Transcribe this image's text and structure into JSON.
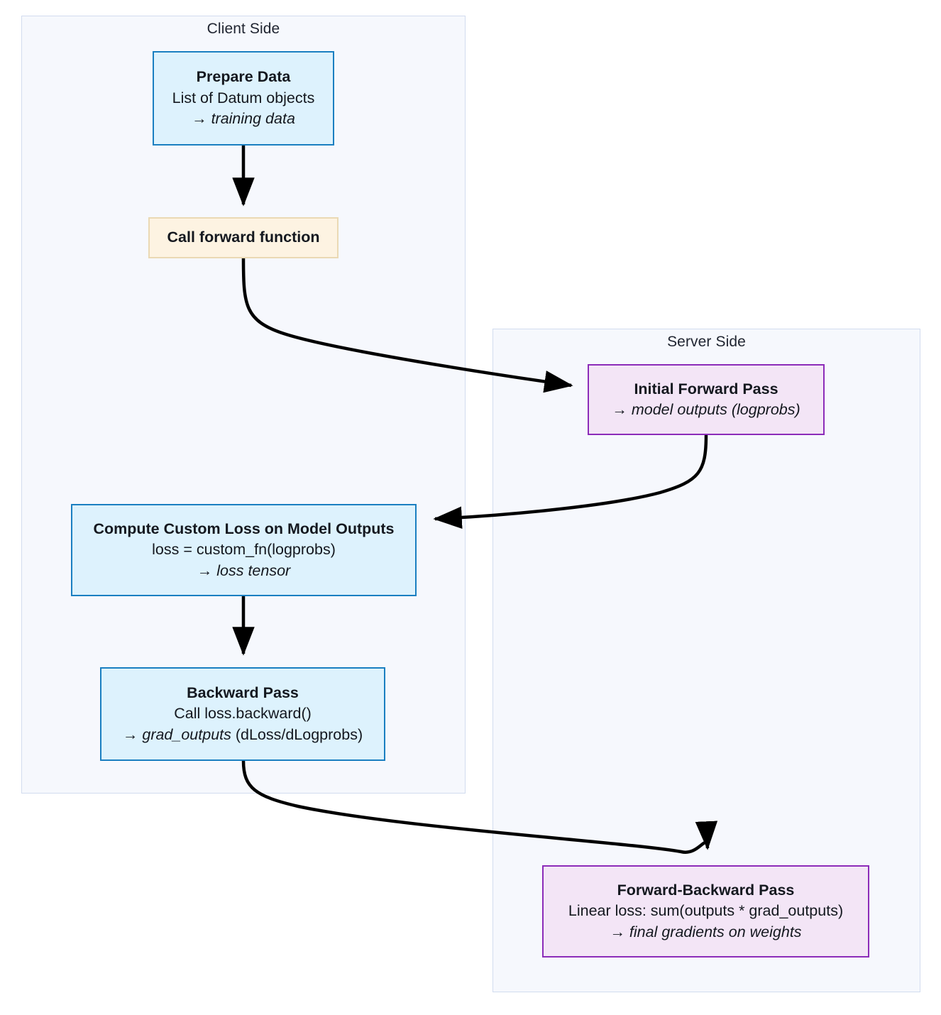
{
  "diagram": {
    "type": "flowchart",
    "title": "",
    "subgraphs": [
      {
        "id": "client",
        "label": "Client Side"
      },
      {
        "id": "server",
        "label": "Server Side"
      }
    ],
    "nodes": [
      {
        "id": "prepare-data",
        "group": "client",
        "style": "blue",
        "title": "Prepare Data",
        "line2": "List of Datum objects",
        "line3_arrow": "→ ",
        "line3_italic": "training data",
        "line3_rest": ""
      },
      {
        "id": "call-forward-function",
        "group": "client",
        "style": "cream",
        "title": "Call forward function",
        "line2": "",
        "line3_arrow": "",
        "line3_italic": "",
        "line3_rest": ""
      },
      {
        "id": "initial-forward-pass",
        "group": "server",
        "style": "purple",
        "title": "Initial Forward Pass",
        "line2": "",
        "line3_arrow": "→ ",
        "line3_italic": "model outputs (logprobs)",
        "line3_rest": ""
      },
      {
        "id": "compute-custom-loss",
        "group": "client",
        "style": "blue",
        "title": "Compute Custom Loss on Model Outputs",
        "line2": "loss = custom_fn(logprobs)",
        "line3_arrow": "→ ",
        "line3_italic": "loss tensor",
        "line3_rest": ""
      },
      {
        "id": "backward-pass",
        "group": "client",
        "style": "blue",
        "title": "Backward Pass",
        "line2": "Call loss.backward()",
        "line3_arrow": "→ ",
        "line3_italic": "grad_outputs",
        "line3_rest": " (dLoss/dLogprobs)"
      },
      {
        "id": "forward-backward-pass",
        "group": "server",
        "style": "purple",
        "title": "Forward-Backward Pass",
        "line2": "Linear loss: sum(outputs * grad_outputs)",
        "line3_arrow": "→ ",
        "line3_italic": "final gradients on weights",
        "line3_rest": ""
      }
    ],
    "edges": [
      {
        "id": "edge-prepare-to-call",
        "from": "prepare-data",
        "to": "call-forward-function",
        "label": ""
      },
      {
        "id": "edge-call-to-initial",
        "from": "call-forward-function",
        "to": "initial-forward-pass",
        "label": ""
      },
      {
        "id": "edge-initial-to-loss",
        "from": "initial-forward-pass",
        "to": "compute-custom-loss",
        "label": ""
      },
      {
        "id": "edge-loss-to-backward",
        "from": "compute-custom-loss",
        "to": "backward-pass",
        "label": ""
      },
      {
        "id": "edge-backward-to-fwdbwd",
        "from": "backward-pass",
        "to": "forward-backward-pass",
        "label": ""
      }
    ],
    "colors": {
      "blue_border": "#1a7fc1",
      "blue_fill": "#ddf2fd",
      "cream_border": "#ead9b4",
      "cream_fill": "#fdf3e2",
      "purple_border": "#8c2cb9",
      "purple_fill": "#f3e5f6",
      "subgraph_border": "#d2dcef",
      "subgraph_fill": "#f6f8fd",
      "edge": "#000000",
      "text": "#14181f"
    }
  }
}
